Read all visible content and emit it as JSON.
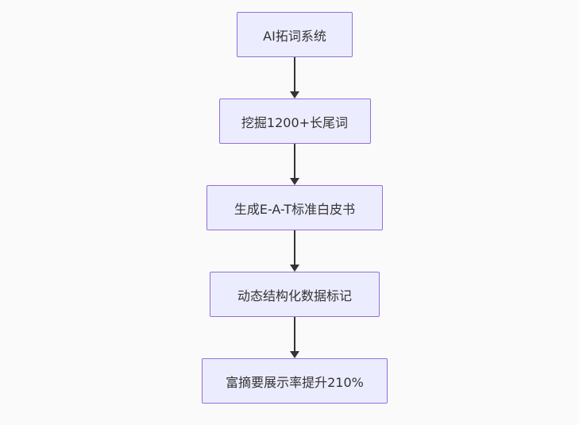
{
  "diagram": {
    "type": "flowchart",
    "direction": "top-down",
    "nodes": [
      {
        "id": "n1",
        "label": "AI拓词系统"
      },
      {
        "id": "n2",
        "label": "挖掘1200+长尾词"
      },
      {
        "id": "n3",
        "label": "生成E-A-T标准白皮书"
      },
      {
        "id": "n4",
        "label": "动态结构化数据标记"
      },
      {
        "id": "n5",
        "label": "富摘要展示率提升210%"
      }
    ],
    "edges": [
      {
        "from": "n1",
        "to": "n2",
        "style": "solid-arrow"
      },
      {
        "from": "n2",
        "to": "n3",
        "style": "solid-arrow"
      },
      {
        "from": "n3",
        "to": "n4",
        "style": "solid-arrow"
      },
      {
        "from": "n4",
        "to": "n5",
        "style": "solid-arrow"
      }
    ],
    "colors": {
      "background": "#fafafa",
      "node_fill": "#ECECFF",
      "node_border": "#9370DB",
      "arrow": "#333333",
      "text": "#333333"
    }
  }
}
